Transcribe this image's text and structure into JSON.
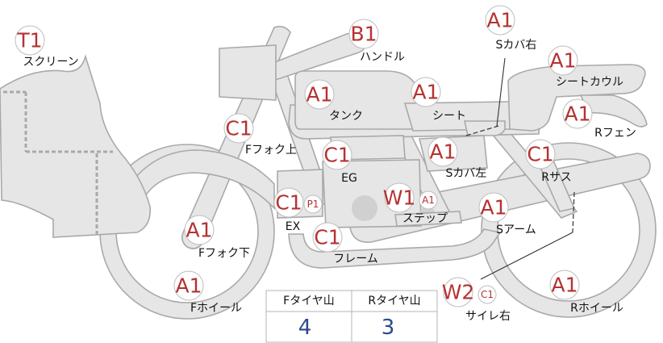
{
  "parts": [
    {
      "id": "screen",
      "grade": "T1",
      "label": "スクリーン"
    },
    {
      "id": "handle",
      "grade": "B1",
      "label": "ハンドル"
    },
    {
      "id": "s-cover-right",
      "grade": "A1",
      "label": "Sカバ右"
    },
    {
      "id": "seat-cowl",
      "grade": "A1",
      "label": "シートカウル"
    },
    {
      "id": "tank",
      "grade": "A1",
      "label": "タンク"
    },
    {
      "id": "seat",
      "grade": "A1",
      "label": "シート"
    },
    {
      "id": "r-fender",
      "grade": "A1",
      "label": "Rフェン"
    },
    {
      "id": "f-fork-upper",
      "grade": "C1",
      "label": "Fフォク上"
    },
    {
      "id": "engine",
      "grade": "C1",
      "label": "EG"
    },
    {
      "id": "s-cover-left",
      "grade": "A1",
      "label": "Sカバ左"
    },
    {
      "id": "r-suspension",
      "grade": "C1",
      "label": "Rサス"
    },
    {
      "id": "exhaust",
      "grade": "C1",
      "label": "EX",
      "sub_grade": "P1"
    },
    {
      "id": "step",
      "grade": "W1",
      "label": "ステップ",
      "sub_grade": "A1"
    },
    {
      "id": "f-fork-lower",
      "grade": "A1",
      "label": "Fフォク下"
    },
    {
      "id": "frame",
      "grade": "C1",
      "label": "フレーム"
    },
    {
      "id": "swing-arm",
      "grade": "A1",
      "label": "Sアーム"
    },
    {
      "id": "f-wheel",
      "grade": "A1",
      "label": "Fホイール"
    },
    {
      "id": "silencer-right",
      "grade": "W2",
      "label": "サイレ右",
      "sub_grade": "C1"
    },
    {
      "id": "r-wheel",
      "grade": "A1",
      "label": "Rホイール"
    }
  ],
  "tread_table": {
    "headers": [
      "Fタイヤ山",
      "Rタイヤ山"
    ],
    "values": [
      "4",
      "3"
    ]
  },
  "colors": {
    "grade": "#b53232",
    "tread_value": "#2b4a8a",
    "bike_fill": "#e6e6e6",
    "bike_stroke": "#a9a9a9"
  }
}
